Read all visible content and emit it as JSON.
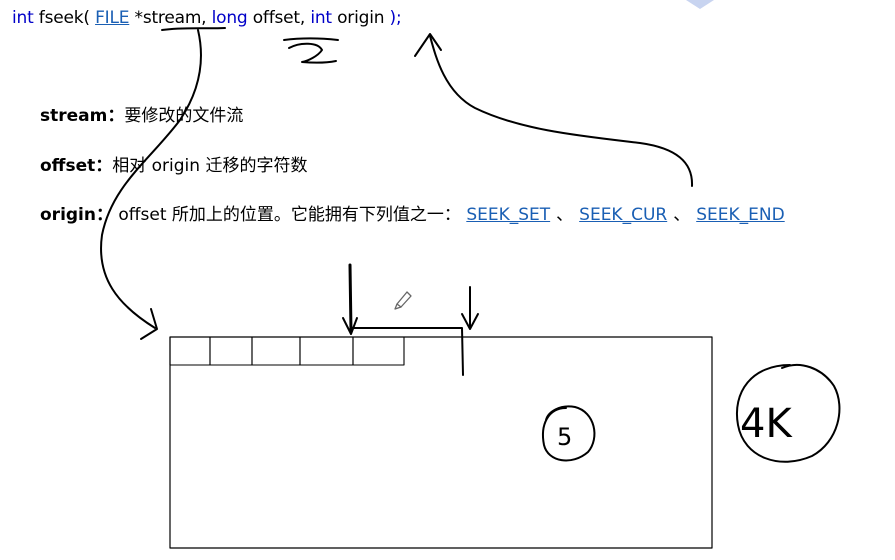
{
  "signature": {
    "kw_int1": "int",
    "fname": "fseek(",
    "type_file": "FILE",
    "star": "*",
    "p_stream": "stream,",
    "kw_long": "long",
    "p_offset": "offset,",
    "kw_int2": "int",
    "p_origin": "origin",
    "close": ");"
  },
  "params": {
    "stream": {
      "name": "stream",
      "colon": "：",
      "desc": "要修改的文件流"
    },
    "offset": {
      "name": "offset",
      "colon": "：",
      "desc": "相对 origin 迁移的字符数"
    },
    "origin": {
      "name": "origin",
      "colon": "：",
      "desc": "offset 所加上的位置。它能拥有下列值之一：",
      "constants": [
        "SEEK_SET",
        "SEEK_CUR",
        "SEEK_END"
      ],
      "separator": "、"
    }
  },
  "annotations": {
    "under_offset": "2",
    "circled": "5",
    "size": "4K"
  },
  "colors": {
    "keyword": "#0000c8",
    "link": "#1a5fb4",
    "ink": "#000000"
  }
}
